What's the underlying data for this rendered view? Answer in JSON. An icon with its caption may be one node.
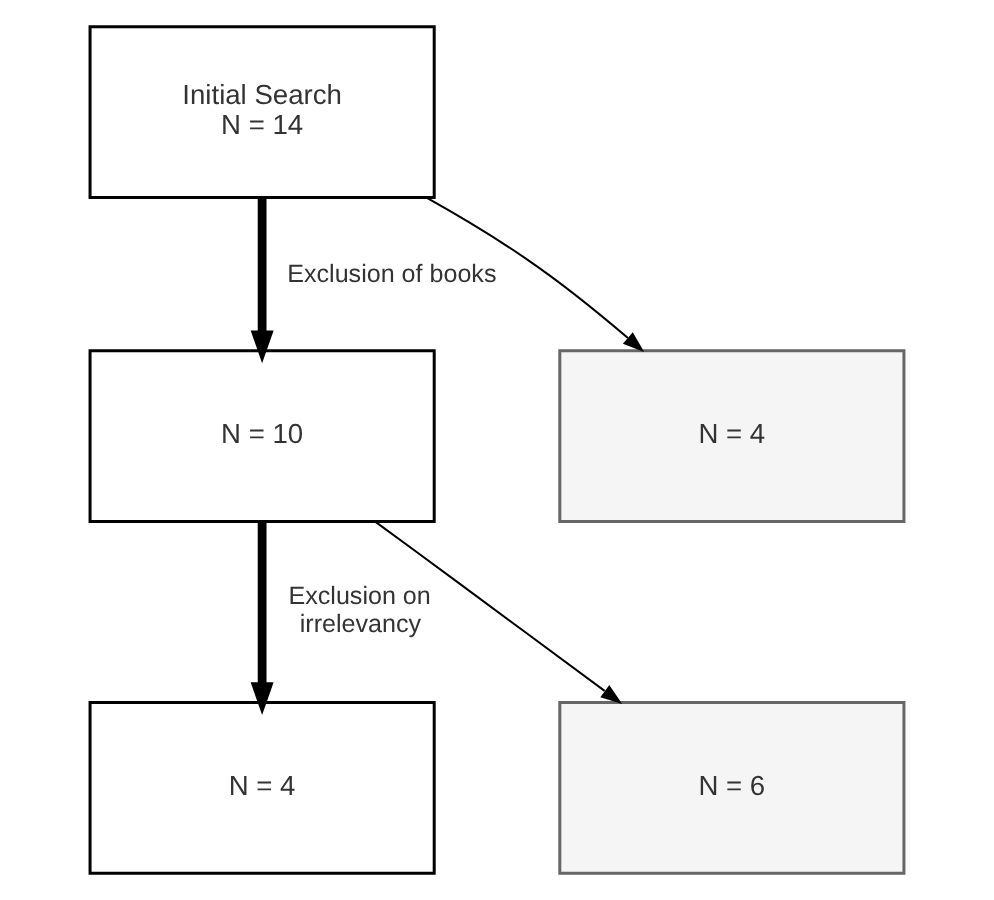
{
  "diagram": {
    "nodes": [
      {
        "text": [
          "Initial Search N = 14"
        ]
      },
      {
        "text": [
          "N = 4"
        ]
      },
      {
        "text": [
          "N = 10"
        ]
      },
      {
        "text": [
          "N = 6"
        ]
      },
      {
        "text": [
          "N = 4"
        ]
      }
    ],
    "edges": [
      {
        "from": 0,
        "to": 2,
        "arrow": "to",
        "label": "Exclusion of books",
        "style": "thick"
      },
      {
        "from": 0,
        "to": 1,
        "arrow": "to"
      },
      {
        "from": 2,
        "to": 4,
        "arrow": "to",
        "label": "Exclusion on irrelevancy",
        "style": "thick"
      },
      {
        "from": 2,
        "to": 3,
        "arrow": "to"
      }
    ]
  }
}
